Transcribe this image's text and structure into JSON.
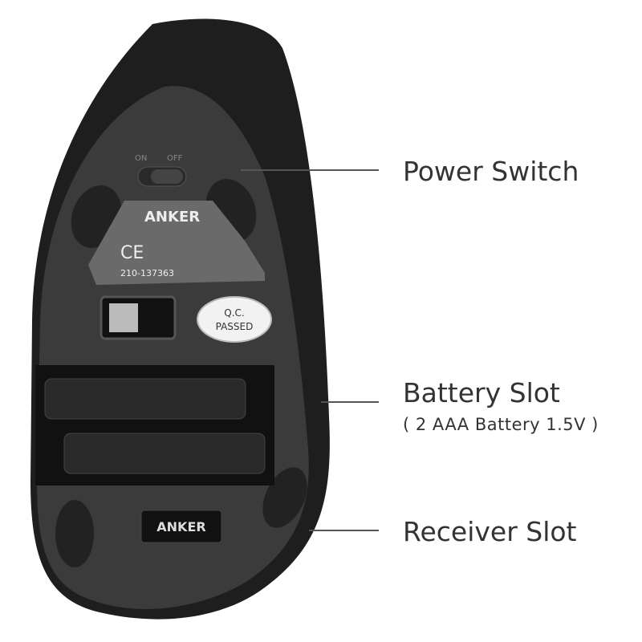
{
  "labels": {
    "power_switch": "Power Switch",
    "battery_slot": "Battery Slot",
    "battery_note": "( 2 AAA Battery 1.5V )",
    "receiver_slot": "Receiver Slot"
  },
  "device": {
    "switch_on": "ON",
    "switch_off": "OFF",
    "brand_label": "ANKER",
    "ce_mark": "CE",
    "cert_number": "210-137363",
    "qc_line1": "Q.C.",
    "qc_line2": "PASSED",
    "receiver_brand": "ANKER"
  },
  "colors": {
    "body": "#1e1e1e",
    "panel": "#3b3b3b",
    "text": "#333333"
  }
}
